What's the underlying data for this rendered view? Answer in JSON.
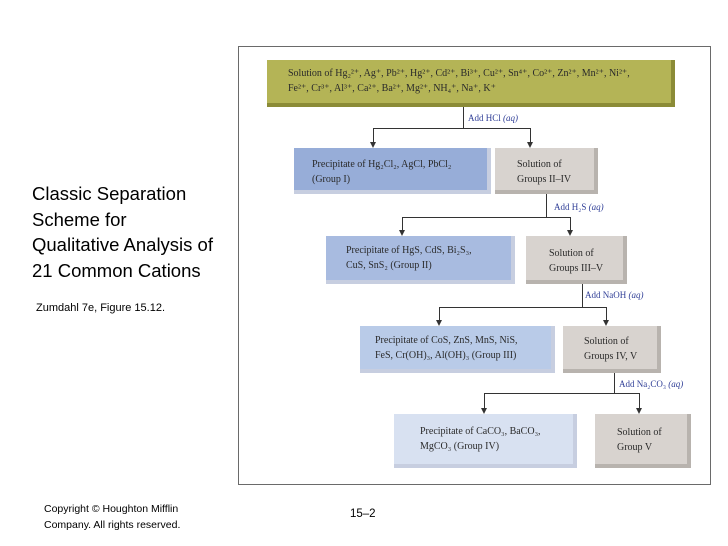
{
  "slide": {
    "title_lines": [
      "Classic Separation",
      "Scheme for",
      "Qualitative Analysis of",
      "21 Common Cations"
    ],
    "citation": "Zumdahl 7e, Figure 15.12.",
    "copyright_lines": [
      "Copyright © Houghton Mifflin",
      "Company. All rights reserved."
    ],
    "slide_number": "15–2"
  },
  "scheme": {
    "start": {
      "line1": "Solution of Hg₂²⁺, Ag⁺, Pb²⁺, Hg²⁺, Cd²⁺, Bi³⁺, Cu²⁺, Sn⁴⁺, Co²⁺, Zn²⁺, Mn²⁺, Ni²⁺,",
      "line2": "Fe²⁺, Cr³⁺, Al³⁺, Ca²⁺, Ba²⁺, Mg²⁺, NH₄⁺, Na⁺, K⁺"
    },
    "steps": [
      {
        "reagent": "Add HCl",
        "phase": "(aq)",
        "precipitate": [
          "Precipitate of Hg₂Cl₂, AgCl, PbCl₂",
          "(Group I)"
        ],
        "solution": [
          "Solution of",
          "Groups II–IV"
        ]
      },
      {
        "reagent": "Add H₂S",
        "phase": "(aq)",
        "precipitate": [
          "Precipitate of HgS, CdS, Bi₂S₃,",
          "CuS, SnS₂ (Group II)"
        ],
        "solution": [
          "Solution of",
          "Groups III–V"
        ]
      },
      {
        "reagent": "Add NaOH",
        "phase": "(aq)",
        "precipitate": [
          "Precipitate of CoS, ZnS, MnS, NiS,",
          "FeS, Cr(OH)₃, Al(OH)₃ (Group III)"
        ],
        "solution": [
          "Solution of",
          "Groups IV, V"
        ]
      },
      {
        "reagent": "Add Na₂CO₃",
        "phase": "(aq)",
        "precipitate": [
          "Precipitate of CaCO₃, BaCO₃,",
          "MgCO₃ (Group IV)"
        ],
        "solution": [
          "Solution of",
          "Group V"
        ]
      }
    ]
  },
  "colors": {
    "start_box": "#b4b456",
    "precipitate_boxes": [
      "#97add8",
      "#a8bbe0",
      "#b9cbe8",
      "#d8e1f1"
    ],
    "solution_boxes": "#d8d3cf",
    "reagent_text": "#2e3d96"
  }
}
